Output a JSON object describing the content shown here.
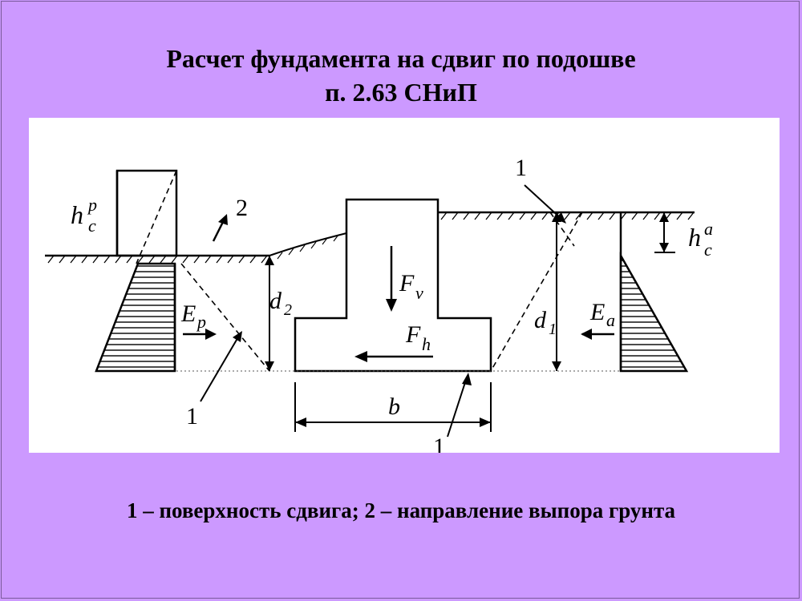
{
  "title": {
    "line1": "Расчет фундамента на сдвиг по подошве",
    "line2": "п. 2.63 СНиП"
  },
  "caption": "1 – поверхность сдвига; 2 – направление выпора грунта",
  "diagram": {
    "labels": {
      "hcp": "h",
      "hcp_sub": "c",
      "hcp_sup": "p",
      "hca": "h",
      "hca_sub": "c",
      "hca_sup": "a",
      "ep": "E",
      "ep_sub": "p",
      "ea": "E",
      "ea_sub": "a",
      "fv": "F",
      "fv_sub": "v",
      "fh": "F",
      "fh_sub": "h",
      "d2": "d",
      "d2_sub": "2",
      "d1": "d",
      "d1_sub": "1",
      "b": "b",
      "one_top": "1",
      "one_left": "1",
      "one_bottom": "1",
      "two": "2"
    }
  }
}
